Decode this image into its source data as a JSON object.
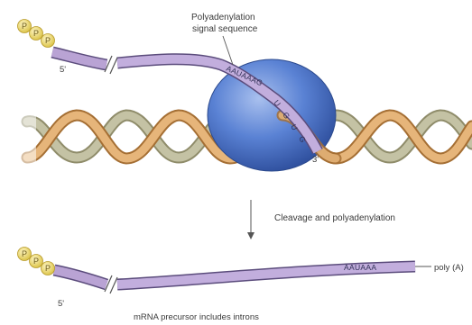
{
  "labels": {
    "signal_line1": "Polyadenylation",
    "signal_line2": "signal sequence",
    "five_prime_top": "5'",
    "three_prime": "3'",
    "five_prime_bottom": "5'",
    "step": "Cleavage and polyadenylation",
    "caption": "mRNA precursor includes introns",
    "poly_a": "poly (A)",
    "seq_top": "AAUAAAG",
    "seq_u": [
      "U",
      "G",
      "U",
      "G"
    ],
    "seq_bottom": "AAUAAA",
    "phosphate": "P"
  },
  "colors": {
    "rna": "#b9a3d4",
    "rna_edge": "#6a5a8a",
    "dna_orange": "#e0ad72",
    "dna_olive": "#b7b59a",
    "polymerase": "#5a82d4",
    "phosphate_fill": "#f1dc75"
  }
}
